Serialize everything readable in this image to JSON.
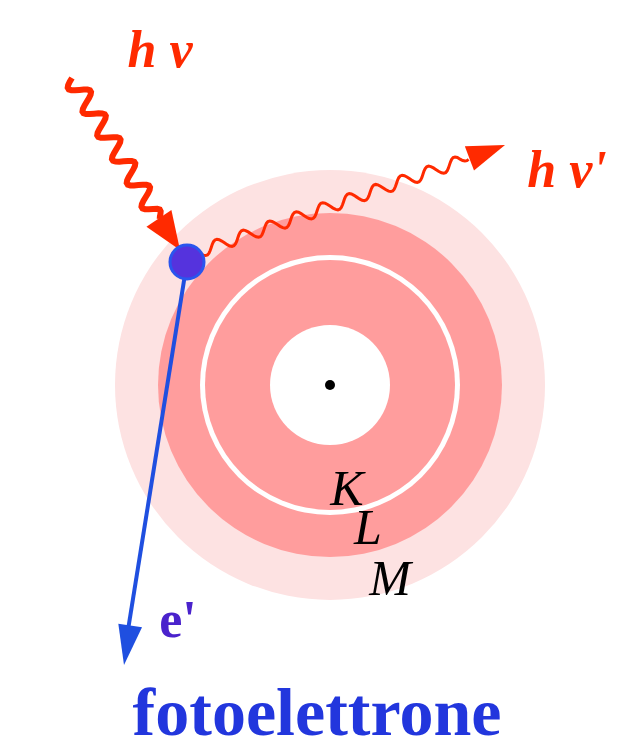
{
  "diagram": {
    "labels": [
      "h ν",
      "h ν'",
      "K",
      "L",
      "M",
      "e'",
      "fotoelettrone"
    ]
  }
}
